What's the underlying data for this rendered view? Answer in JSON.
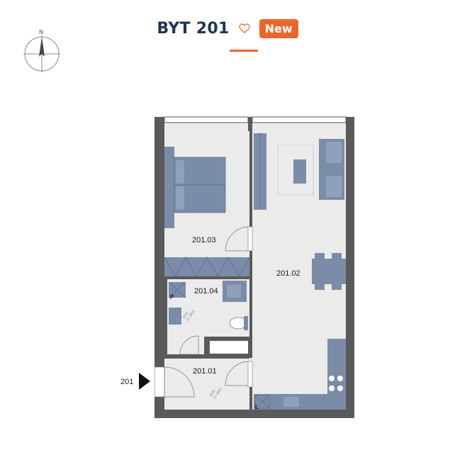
{
  "header": {
    "title": "BYT 201",
    "badge": "New",
    "accent_color": "#e9672b",
    "title_color": "#1f3550",
    "favorite_icon": "heart-outline-icon"
  },
  "compass": {
    "north_label": "N",
    "icon": "north-arrow-icon"
  },
  "plan": {
    "entrance_label": "201",
    "rooms": [
      {
        "id": "201.01",
        "label": "201.01"
      },
      {
        "id": "201.02",
        "label": "201.02"
      },
      {
        "id": "201.03",
        "label": "201.03"
      },
      {
        "id": "201.04",
        "label": "201.04"
      }
    ],
    "markers": {
      "p": "P",
      "l": "L"
    },
    "dimensions": {
      "bath": [
        "SDK",
        "11.3800"
      ],
      "hall": [
        "SDK",
        "11.3800"
      ]
    },
    "colors": {
      "wall": "#5a5a5a",
      "floor": "#ebebeb",
      "furniture": "#7a8ca8"
    }
  }
}
